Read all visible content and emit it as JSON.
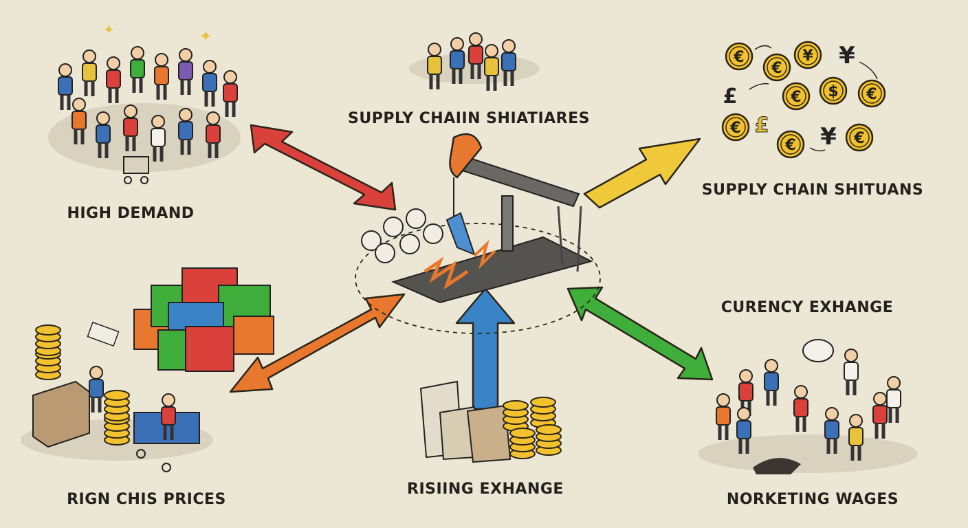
{
  "labels": {
    "high_demand": "HIGH DEMAND",
    "supply_chain_top": "SUPPLY CHAIIN SHIATIARES",
    "supply_chain_right": "SUPPLY CHAIN SHITUANS",
    "currency_exchange": "CURENCY EXHANGE",
    "rising_prices": "RIGN CHIS PRICES",
    "rising_exchange": "RISIING EXHANGE",
    "wages": "NORKETING WAGES"
  },
  "coin_symbols": [
    "€",
    "€",
    "¥",
    "¥",
    "£",
    "€",
    "$",
    "€",
    "€",
    "£",
    "€",
    "¥",
    "€"
  ],
  "colors": {
    "background": "#ece6d4",
    "arrow_red": "#d9413a",
    "arrow_yellow": "#f0c93a",
    "arrow_orange": "#e8782e",
    "arrow_blue": "#3b83c7",
    "arrow_green": "#3fae3a",
    "coin_gold": "#f2c12e"
  },
  "icons": {
    "center": "oil-pump-icon",
    "crowd": "crowd-icon",
    "coins": "currency-coins-icon",
    "containers": "shipping-containers-icon",
    "workers": "workers-group-icon"
  }
}
